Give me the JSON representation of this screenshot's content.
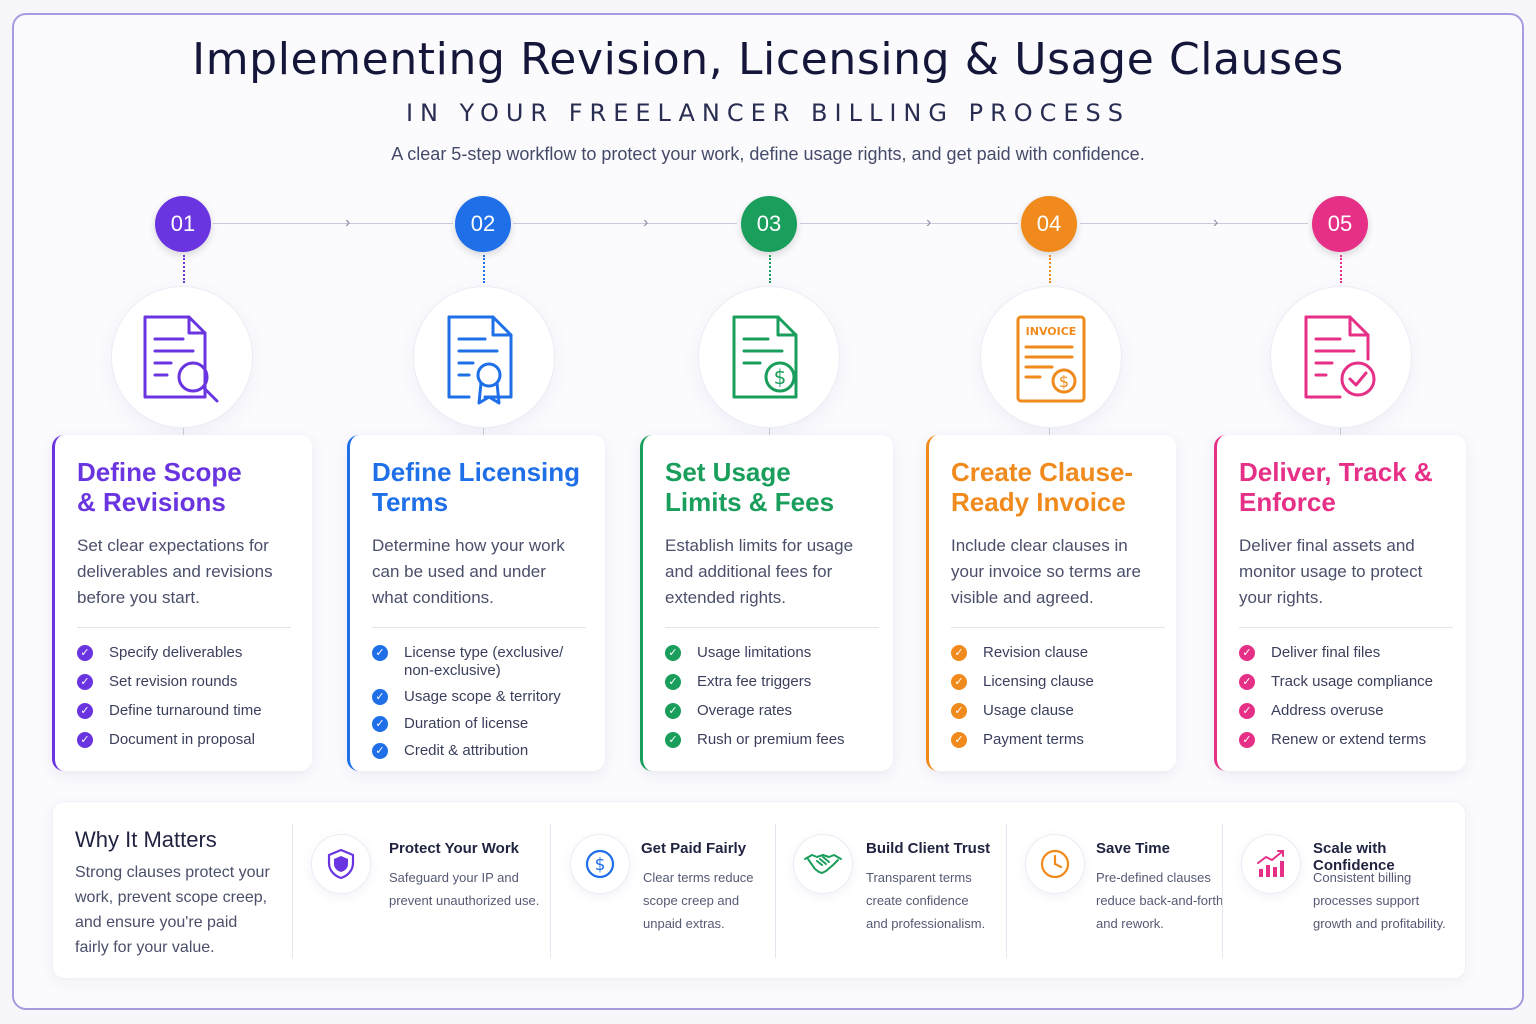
{
  "header": {
    "title": "Implementing Revision, Licensing & Usage Clauses",
    "subtitle": "IN YOUR FREELANCER BILLING PROCESS",
    "tagline": "A clear 5-step workflow to protect your work, define usage rights, and get paid with confidence."
  },
  "colors": {
    "step1": "#6a35e0",
    "step2": "#1f6fe8",
    "step3": "#1a9e5c",
    "step4": "#f08a1c",
    "step5": "#e62f86"
  },
  "steps": [
    {
      "number": "01",
      "icon": "document-search-icon",
      "title_line1": "Define Scope",
      "title_line2": "& Revisions",
      "description": "Set clear expectations for deliverables and revisions before you start.",
      "items": [
        "Specify deliverables",
        "Set revision rounds",
        "Define turnaround time",
        "Document in proposal"
      ]
    },
    {
      "number": "02",
      "icon": "document-certificate-icon",
      "title_line1": "Define Licensing",
      "title_line2": "Terms",
      "description": "Determine how your work can be used and under what conditions.",
      "items": [
        "License type (exclusive/ non-exclusive)",
        "Usage scope & territory",
        "Duration of license",
        "Credit & attribution"
      ]
    },
    {
      "number": "03",
      "icon": "document-dollar-icon",
      "title_line1": "Set Usage",
      "title_line2": "Limits & Fees",
      "description": "Establish limits for usage and additional fees for extended rights.",
      "items": [
        "Usage limitations",
        "Extra fee triggers",
        "Overage rates",
        "Rush or premium fees"
      ]
    },
    {
      "number": "04",
      "icon": "invoice-icon",
      "icon_label": "INVOICE",
      "title_line1": "Create Clause-",
      "title_line2": "Ready Invoice",
      "description": "Include clear clauses in your invoice so terms are visible and agreed.",
      "items": [
        "Revision clause",
        "Licensing clause",
        "Usage clause",
        "Payment terms"
      ]
    },
    {
      "number": "05",
      "icon": "document-check-icon",
      "title_line1": "Deliver, Track &",
      "title_line2": "Enforce",
      "description": "Deliver final assets and monitor usage to protect your rights.",
      "items": [
        "Deliver final files",
        "Track usage compliance",
        "Address overuse",
        "Renew or extend terms"
      ]
    }
  ],
  "why": {
    "title": "Why It Matters",
    "text": "Strong clauses protect your work, prevent scope creep, and ensure you're paid fairly for your value.",
    "benefits": [
      {
        "icon": "shield-icon",
        "title": "Protect Your Work",
        "line1": "Safeguard your IP and",
        "line2": "prevent unauthorized use.",
        "line3": ""
      },
      {
        "icon": "dollar-coin-icon",
        "title": "Get Paid Fairly",
        "line1": "Clear terms reduce",
        "line2": "scope creep and",
        "line3": "unpaid extras."
      },
      {
        "icon": "handshake-icon",
        "title": "Build Client Trust",
        "line1": "Transparent terms",
        "line2": "create confidence",
        "line3": "and professionalism."
      },
      {
        "icon": "clock-icon",
        "title": "Save Time",
        "line1": "Pre-defined clauses",
        "line2": "reduce back-and-forth",
        "line3": "and rework."
      },
      {
        "icon": "growth-chart-icon",
        "title": "Scale with Confidence",
        "line1": "Consistent billing",
        "line2": "processes support",
        "line3": "growth and profitability."
      }
    ]
  }
}
